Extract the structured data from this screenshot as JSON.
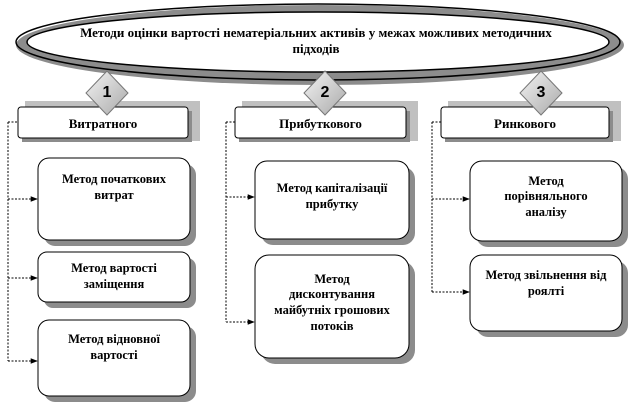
{
  "title": "Методи оцінки вартості нематеріальних активів у межах можливих методичних підходів",
  "approaches": [
    {
      "number": "1",
      "label": "Витратного",
      "methods": [
        "Метод початкових витрат",
        "Метод вартості заміщення",
        "Метод відновної вартості"
      ]
    },
    {
      "number": "2",
      "label": "Прибуткового",
      "methods": [
        "Метод капіталізації прибутку",
        "Метод дисконтування майбутніх грошових потоків"
      ]
    },
    {
      "number": "3",
      "label": "Ринкового",
      "methods": [
        "Метод порівняльного аналізу",
        "Метод звільнення від роялті"
      ]
    }
  ],
  "colors": {
    "stroke": "#000000",
    "fill": "#ffffff",
    "shadow": "#8c8c8c",
    "diamond_light": "#f4f4f4",
    "diamond_dark": "#a9a9a9"
  }
}
